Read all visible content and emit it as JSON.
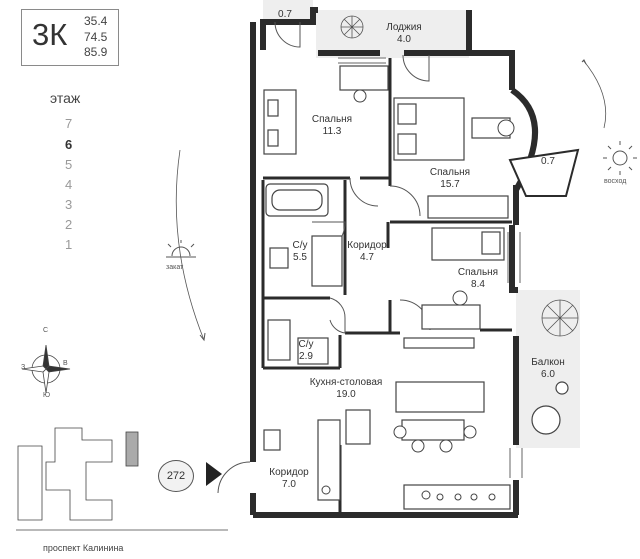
{
  "apartment": {
    "rooms_label": "3К",
    "areas": [
      "35.4",
      "74.5",
      "85.9"
    ]
  },
  "floors": {
    "title": "этаж",
    "items": [
      "7",
      "6",
      "5",
      "4",
      "3",
      "2",
      "1"
    ],
    "current": "6"
  },
  "rooms": {
    "storage": {
      "area": "0.7"
    },
    "loggia": {
      "name": "Лоджия",
      "area": "4.0"
    },
    "bedroom1": {
      "name": "Спальня",
      "area": "11.3"
    },
    "bedroom2": {
      "name": "Спальня",
      "area": "15.7"
    },
    "bay": {
      "area": "0.7"
    },
    "bath1": {
      "name": "С/у",
      "area": "5.5"
    },
    "corridor1": {
      "name": "Коридор",
      "area": "4.7"
    },
    "bedroom3": {
      "name": "Спальня",
      "area": "8.4"
    },
    "bath2": {
      "name": "С/у",
      "area": "2.9"
    },
    "kitchen": {
      "name": "Кухня-столовая",
      "area": "19.0"
    },
    "balcony": {
      "name": "Балкон",
      "area": "6.0"
    },
    "corridor2": {
      "name": "Коридор",
      "area": "7.0"
    }
  },
  "orientation": {
    "sunrise": "восход",
    "sunset": "закат",
    "compass": {
      "n": "С",
      "s": "Ю",
      "e": "В",
      "w": "З"
    }
  },
  "site": {
    "building_number": "272",
    "street": "проспект Калинина"
  },
  "colors": {
    "wall": "#2b2b2b",
    "floor_current": "#333333",
    "floor_other": "#999999",
    "shade": "#eeeeee"
  }
}
